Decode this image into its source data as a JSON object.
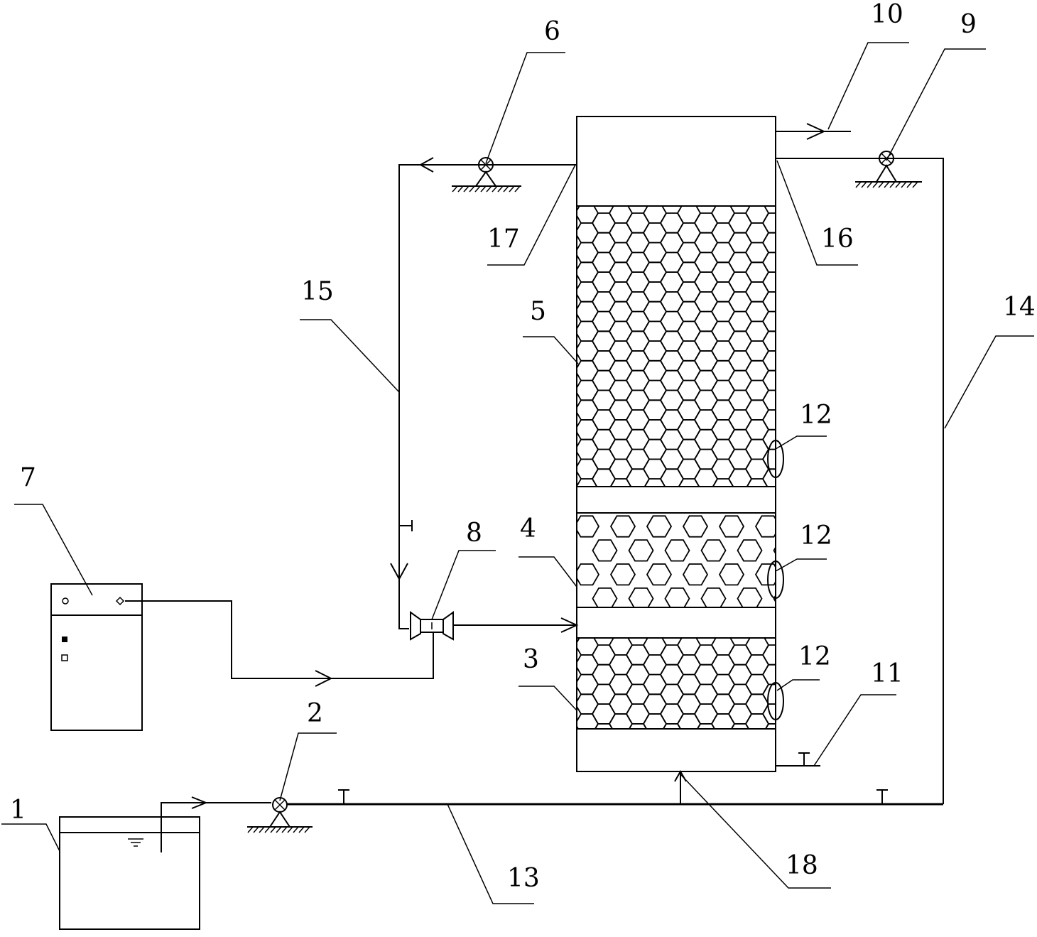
{
  "labels": {
    "l1": "1",
    "l2": "2",
    "l3": "3",
    "l4": "4",
    "l5": "5",
    "l6": "6",
    "l7": "7",
    "l8": "8",
    "l9": "9",
    "l10": "10",
    "l11": "11",
    "l12a": "12",
    "l12b": "12",
    "l12c": "12",
    "l13": "13",
    "l14": "14",
    "l15": "15",
    "l16": "16",
    "l17": "17",
    "l18": "18"
  },
  "colors": {
    "stroke": "#000000",
    "background": "#ffffff"
  }
}
